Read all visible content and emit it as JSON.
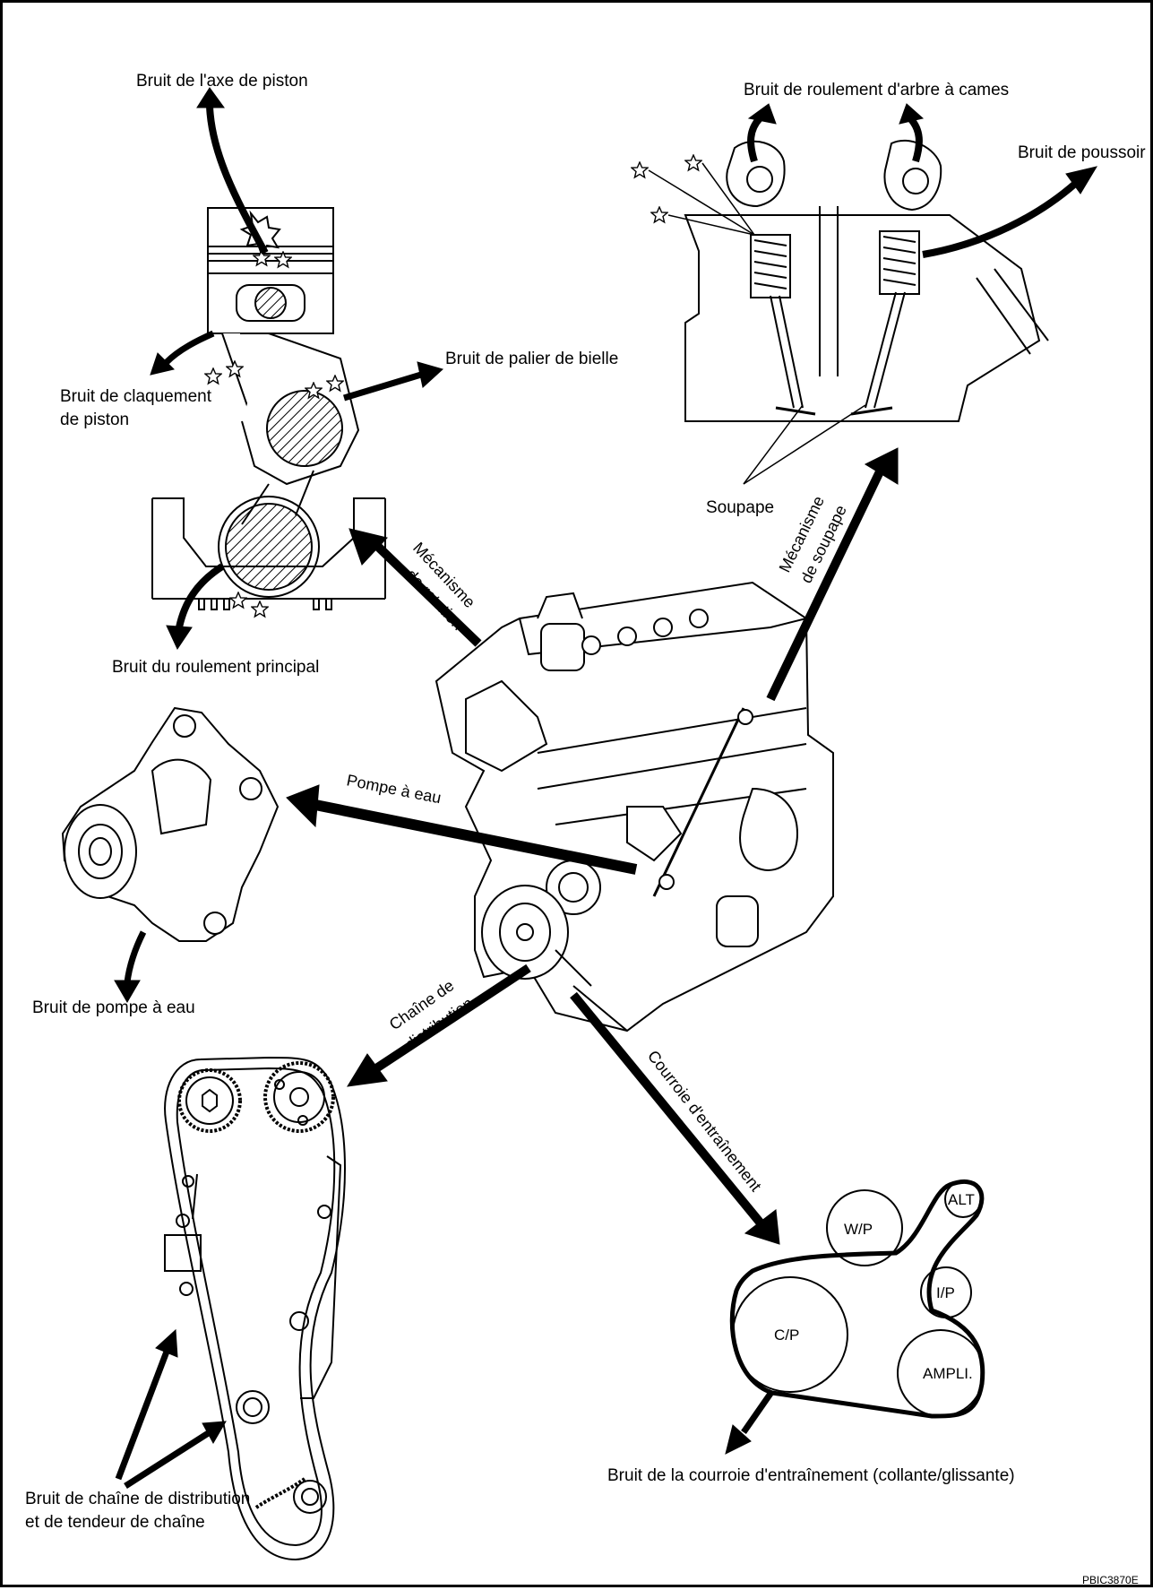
{
  "labels": {
    "piston_pin": "Bruit de l'axe de piston",
    "piston_slap_1": "Bruit de claquement",
    "piston_slap_2": "de piston",
    "rod_bearing": "Bruit de palier de bielle",
    "main_bearing": "Bruit du roulement principal",
    "camshaft_bearing": "Bruit de roulement d'arbre à cames",
    "tappet": "Bruit de poussoir",
    "valve": "Soupape",
    "water_pump_noise": "Bruit de pompe à eau",
    "chain_noise_1": "Bruit de chaîne de distribution",
    "chain_noise_2": "et de tendeur de chaîne",
    "belt_noise": "Bruit de la courroie d'entraînement (collante/glissante)",
    "figure_code": "PBIC3870E"
  },
  "mechanisms": {
    "rotation_1": "Mécanisme",
    "rotation_2": "de rotation",
    "valve_1": "Mécanisme",
    "valve_2": "de soupape",
    "water_pump": "Pompe à eau",
    "timing_chain_1": "Chaîne de",
    "timing_chain_2": "distribution",
    "drive_belt": "Courroie d'entraînement"
  },
  "pulleys": {
    "wp": "W/P",
    "alt": "ALT",
    "ip": "I/P",
    "cp": "C/P",
    "ampli": "AMPLI."
  },
  "icons": [
    "star-icon",
    "arrow-icon",
    "piston-icon",
    "engine-icon",
    "water-pump-icon",
    "timing-chain-icon",
    "belt-icon",
    "valve-icon"
  ]
}
